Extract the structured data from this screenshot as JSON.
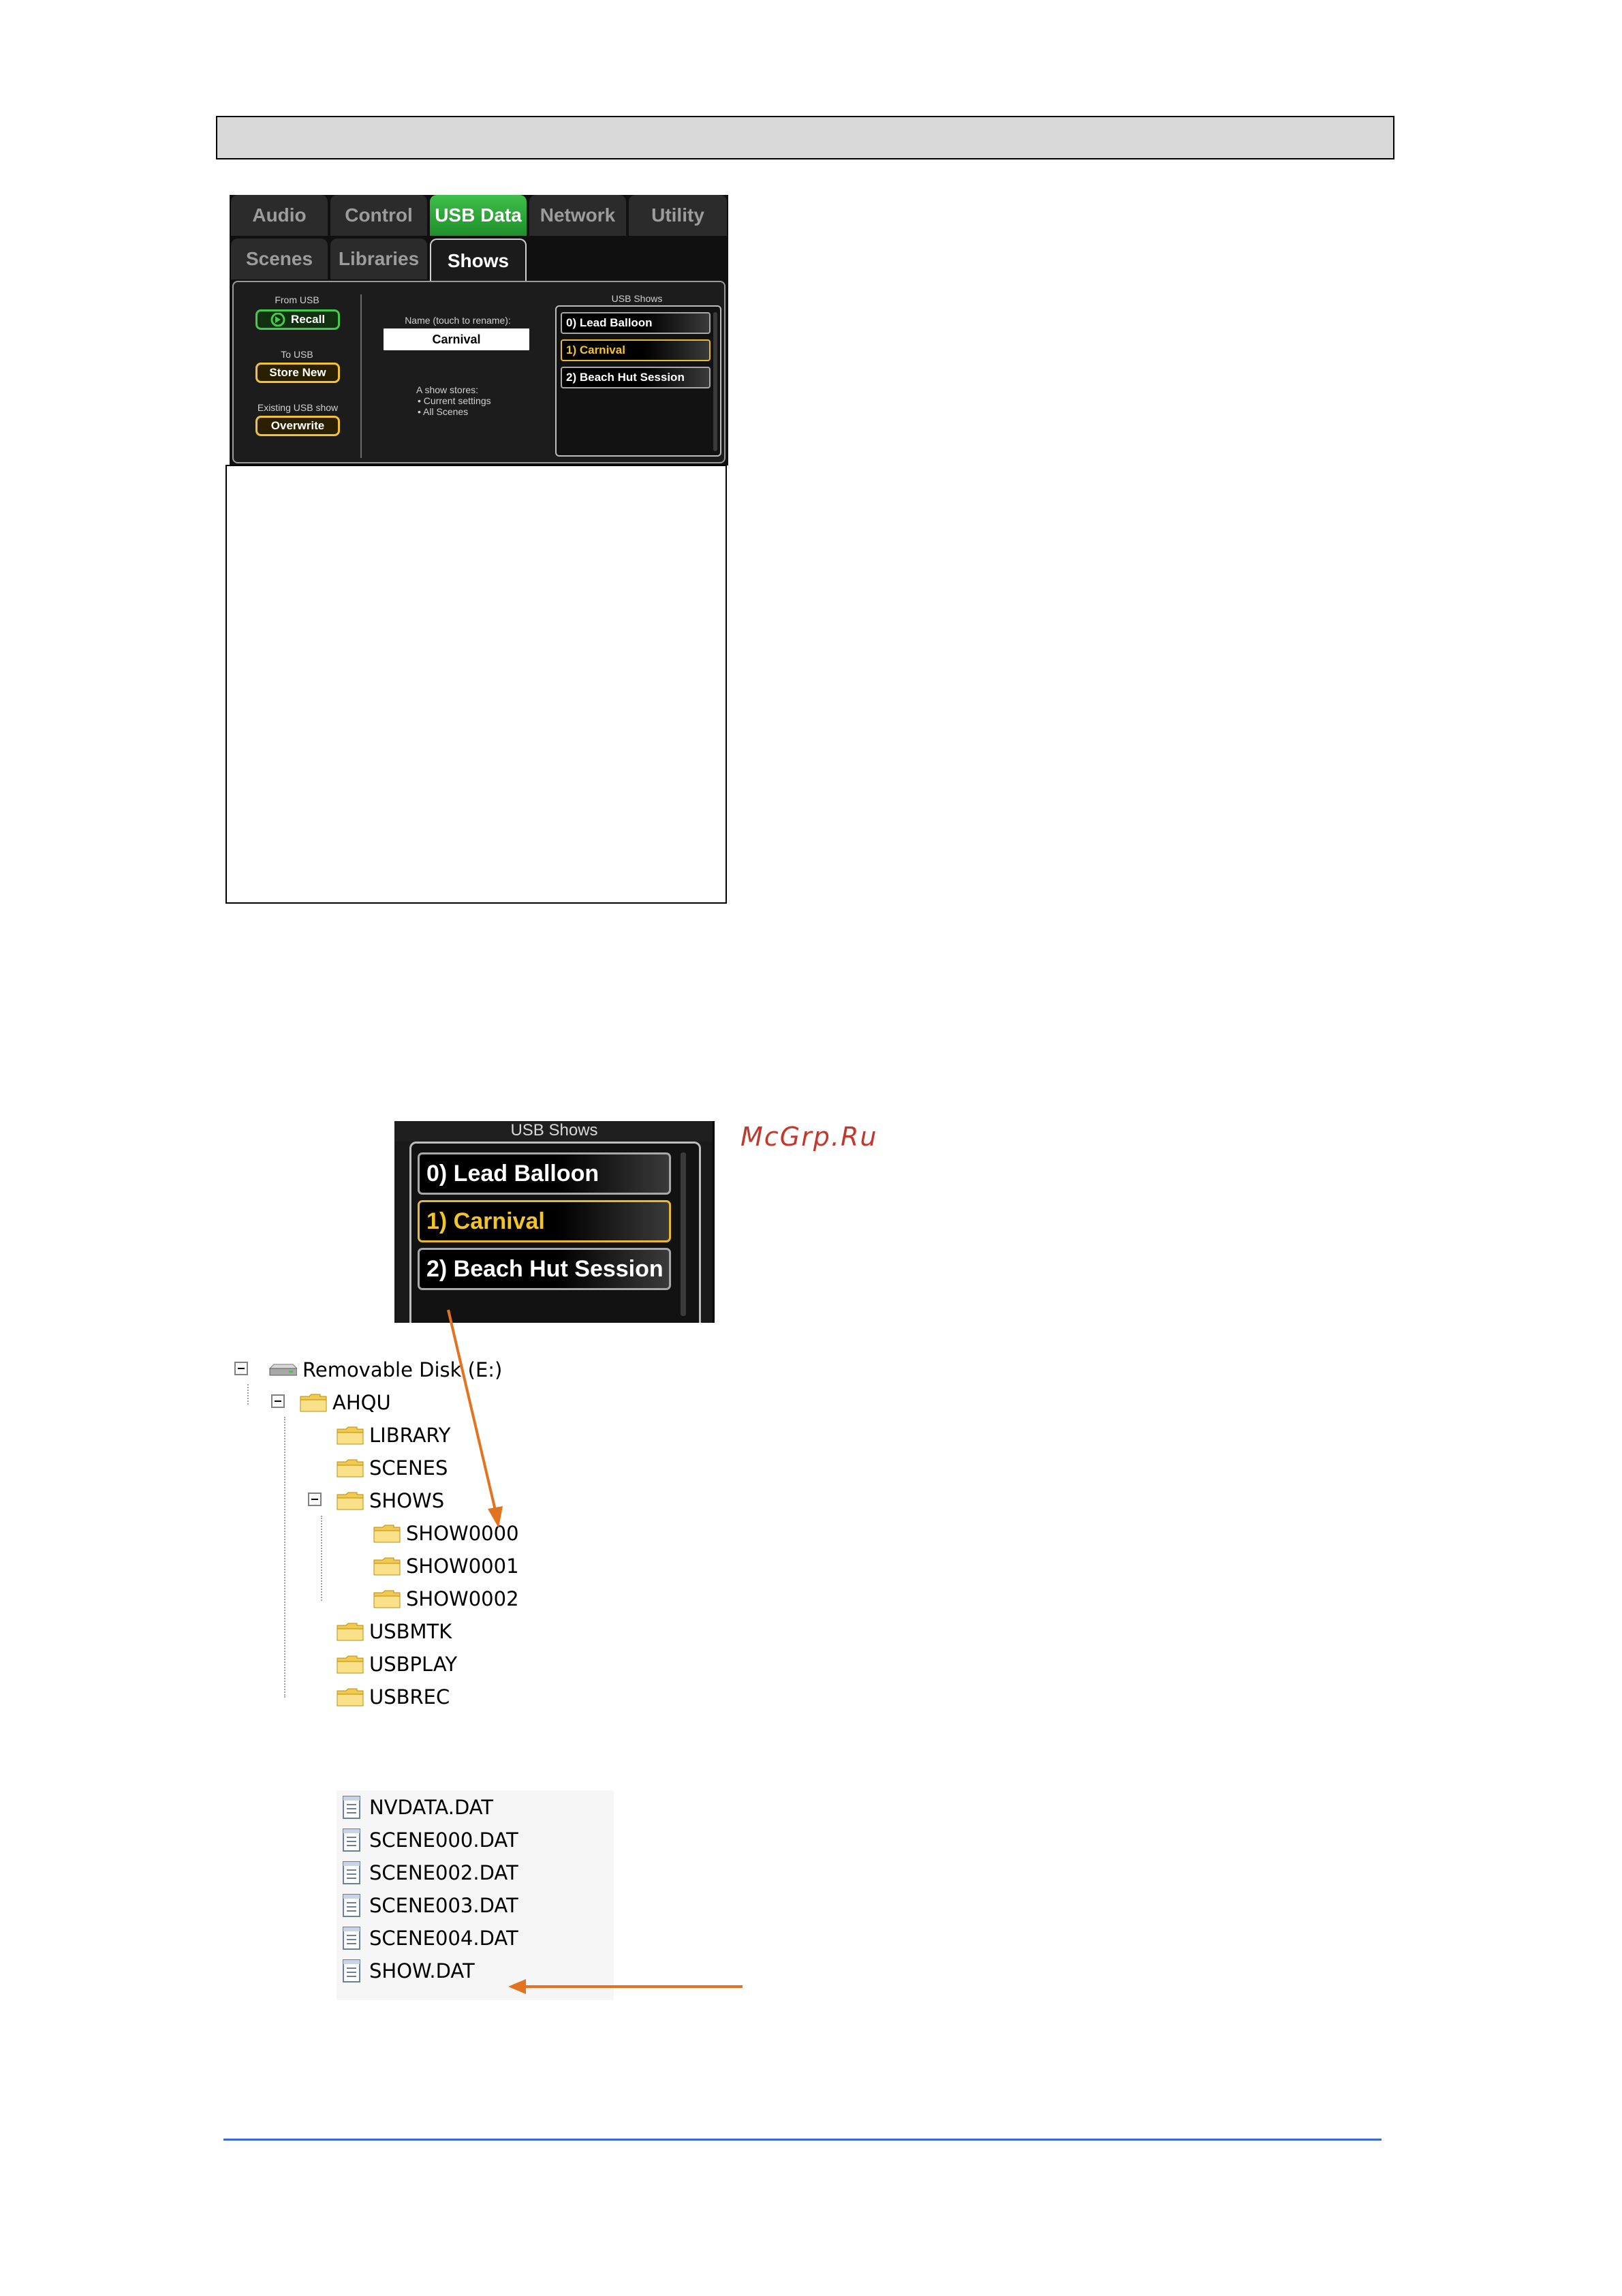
{
  "screen": {
    "tabs_row1": [
      "Audio",
      "Control",
      "USB Data",
      "Network",
      "Utility"
    ],
    "tabs_row2": [
      "Scenes",
      "Libraries",
      "Shows"
    ],
    "from_usb_label": "From USB",
    "recall_button": "Recall",
    "to_usb_label": "To USB",
    "store_new_button": "Store New",
    "existing_label": "Existing USB show",
    "overwrite_button": "Overwrite",
    "name_label": "Name (touch to rename):",
    "name_value": "Carnival",
    "stores_label": "A show stores:",
    "stores_items": [
      "Current settings",
      "All Scenes"
    ],
    "usb_shows_label": "USB Shows",
    "shows": [
      "0) Lead Balloon",
      "1) Carnival",
      "2) Beach Hut Session"
    ],
    "selected_show_index": 1
  },
  "zoom": {
    "usb_shows_label": "USB Shows",
    "shows": [
      "0) Lead Balloon",
      "1) Carnival",
      "2) Beach Hut Session"
    ]
  },
  "watermark": "McGrp.Ru",
  "tree": {
    "root": "Removable Disk (E:)",
    "ahqu": "AHQU",
    "library": "LIBRARY",
    "scenes": "SCENES",
    "shows": "SHOWS",
    "show0000": "SHOW0000",
    "show0001": "SHOW0001",
    "show0002": "SHOW0002",
    "usbmtk": "USBMTK",
    "usbplay": "USBPLAY",
    "usbrec": "USBREC"
  },
  "files": [
    "NVDATA.DAT",
    "SCENE000.DAT",
    "SCENE002.DAT",
    "SCENE003.DAT",
    "SCENE004.DAT",
    "SHOW.DAT"
  ],
  "colors": {
    "accent_orange": "#e2741f",
    "footer_blue": "#3a6ad8",
    "active_tab_green": "#2fa83a",
    "selected_yellow": "#f2c42c"
  }
}
